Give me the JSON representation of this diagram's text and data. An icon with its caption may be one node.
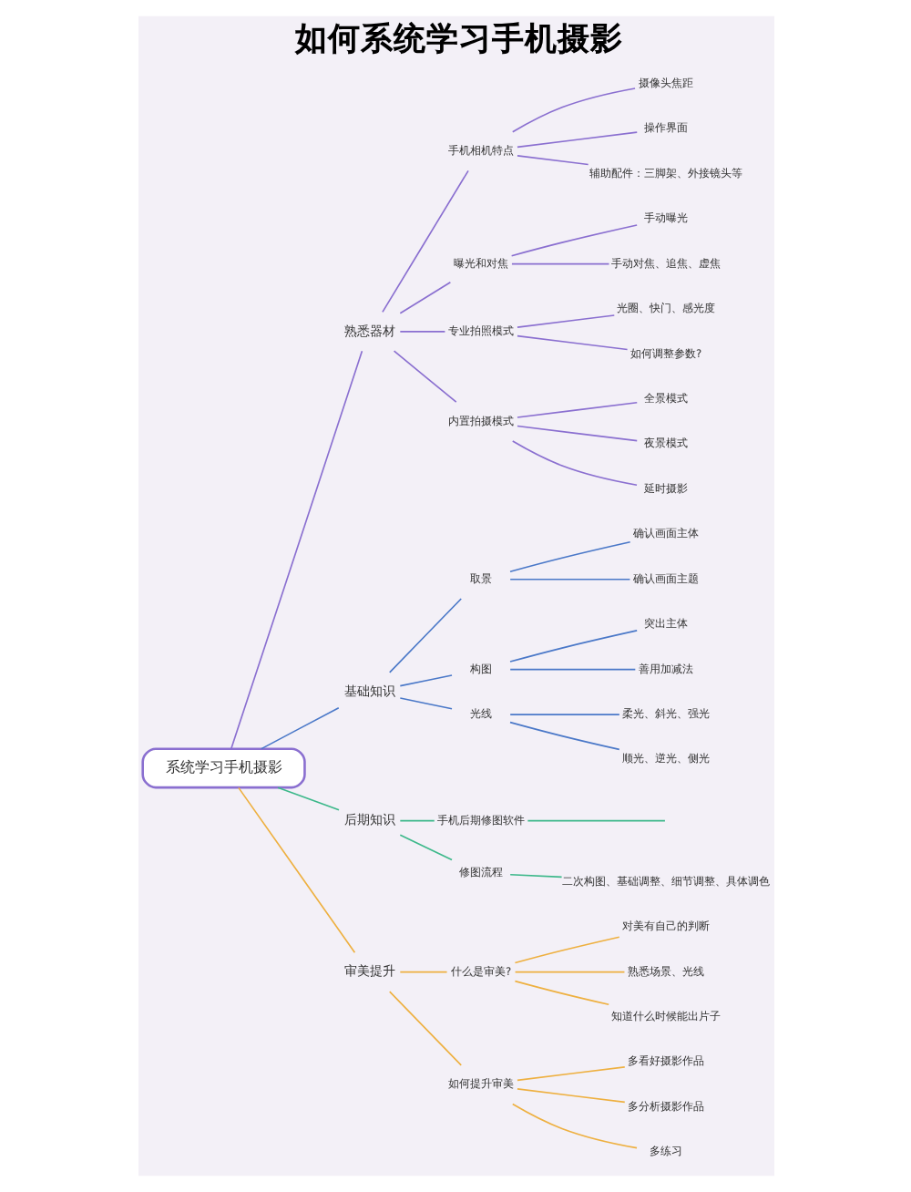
{
  "diagram": {
    "title": "如何系统学习手机摄影",
    "nodes": [
      {
        "text": [
          "系统学习手机摄影"
        ]
      },
      {
        "text": [
          "熟悉器材"
        ]
      },
      {
        "text": [
          "手机相机特点"
        ]
      },
      {
        "text": [
          "摄像头焦距"
        ]
      },
      {
        "text": [
          "操作界面"
        ]
      },
      {
        "text": [
          "辅助配件：三脚架、外接镜头等"
        ]
      },
      {
        "text": [
          "曝光和对焦"
        ]
      },
      {
        "text": [
          "手动曝光"
        ]
      },
      {
        "text": [
          "手动对焦、追焦、虚焦"
        ]
      },
      {
        "text": [
          "专业拍照模式"
        ]
      },
      {
        "text": [
          "光圈、快门、感光度"
        ]
      },
      {
        "text": [
          "如何调整参数?"
        ]
      },
      {
        "text": [
          "内置拍摄模式"
        ]
      },
      {
        "text": [
          "全景模式"
        ]
      },
      {
        "text": [
          "夜景模式"
        ]
      },
      {
        "text": [
          "延时摄影"
        ]
      },
      {
        "text": [
          "基础知识"
        ]
      },
      {
        "text": [
          "取景"
        ]
      },
      {
        "text": [
          "确认画面主体"
        ]
      },
      {
        "text": [
          "确认画面主题"
        ]
      },
      {
        "text": [
          "构图"
        ]
      },
      {
        "text": [
          "突出主体"
        ]
      },
      {
        "text": [
          "善用加减法"
        ]
      },
      {
        "text": [
          "光线"
        ]
      },
      {
        "text": [
          "柔光、斜光、强光"
        ]
      },
      {
        "text": [
          "顺光、逆光、侧光"
        ]
      },
      {
        "text": [
          "后期知识"
        ]
      },
      {
        "text": [
          "手机后期修图软件"
        ]
      },
      {
        "text": [
          "修图流程"
        ]
      },
      {
        "text": [
          "二次构图、基础调整、细节调整、具体调色"
        ]
      },
      {
        "text": [
          "审美提升"
        ]
      },
      {
        "text": [
          "什么是审美?"
        ]
      },
      {
        "text": [
          "对美有自己的判断"
        ]
      },
      {
        "text": [
          "熟悉场景、光线"
        ]
      },
      {
        "text": [
          "知道什么时候能出片子"
        ]
      },
      {
        "text": [
          "如何提升审美"
        ]
      },
      {
        "text": [
          "多看好摄影作品"
        ]
      },
      {
        "text": [
          "多分析摄影作品"
        ]
      },
      {
        "text": [
          "多练习"
        ]
      }
    ],
    "edges": [
      {
        "from": 0,
        "to": 1,
        "arrow": "none"
      },
      {
        "from": 1,
        "to": 2,
        "arrow": "none"
      },
      {
        "from": 2,
        "to": 3,
        "arrow": "none"
      },
      {
        "from": 2,
        "to": 4,
        "arrow": "none"
      },
      {
        "from": 2,
        "to": 5,
        "arrow": "none"
      },
      {
        "from": 1,
        "to": 6,
        "arrow": "none"
      },
      {
        "from": 6,
        "to": 7,
        "arrow": "none"
      },
      {
        "from": 6,
        "to": 8,
        "arrow": "none"
      },
      {
        "from": 1,
        "to": 9,
        "arrow": "none"
      },
      {
        "from": 9,
        "to": 10,
        "arrow": "none"
      },
      {
        "from": 9,
        "to": 11,
        "arrow": "none"
      },
      {
        "from": 1,
        "to": 12,
        "arrow": "none"
      },
      {
        "from": 12,
        "to": 13,
        "arrow": "none"
      },
      {
        "from": 12,
        "to": 14,
        "arrow": "none"
      },
      {
        "from": 12,
        "to": 15,
        "arrow": "none"
      },
      {
        "from": 0,
        "to": 16,
        "arrow": "none",
        "color": "#4a78c8"
      },
      {
        "from": 16,
        "to": 17,
        "arrow": "none",
        "color": "#4a78c8"
      },
      {
        "from": 17,
        "to": 18,
        "arrow": "none",
        "color": "#4a78c8"
      },
      {
        "from": 17,
        "to": 19,
        "arrow": "none",
        "color": "#4a78c8"
      },
      {
        "from": 16,
        "to": 20,
        "arrow": "none",
        "color": "#4a78c8"
      },
      {
        "from": 20,
        "to": 21,
        "arrow": "none",
        "color": "#4a78c8"
      },
      {
        "from": 20,
        "to": 22,
        "arrow": "none",
        "color": "#4a78c8"
      },
      {
        "from": 16,
        "to": 23,
        "arrow": "none",
        "color": "#4a78c8"
      },
      {
        "from": 23,
        "to": 24,
        "arrow": "none",
        "color": "#4a78c8"
      },
      {
        "from": 23,
        "to": 25,
        "arrow": "none",
        "color": "#4a78c8"
      },
      {
        "from": 0,
        "to": 26,
        "arrow": "none",
        "color": "#3cb88a"
      },
      {
        "from": 26,
        "to": 27,
        "arrow": "none",
        "color": "#3cb88a"
      },
      {
        "from": 27,
        "to": null,
        "arrow": "none",
        "color": "#3cb88a"
      },
      {
        "from": 26,
        "to": 28,
        "arrow": "none",
        "color": "#3cb88a"
      },
      {
        "from": 28,
        "to": 29,
        "arrow": "none",
        "color": "#3cb88a"
      },
      {
        "from": 0,
        "to": 30,
        "arrow": "none",
        "color": "#eeb040"
      },
      {
        "from": 30,
        "to": 31,
        "arrow": "none",
        "color": "#eeb040"
      },
      {
        "from": 31,
        "to": 32,
        "arrow": "none",
        "color": "#eeb040"
      },
      {
        "from": 31,
        "to": 33,
        "arrow": "none",
        "color": "#eeb040"
      },
      {
        "from": 31,
        "to": 34,
        "arrow": "none",
        "color": "#eeb040"
      },
      {
        "from": 30,
        "to": 35,
        "arrow": "none",
        "color": "#eeb040"
      },
      {
        "from": 35,
        "to": 36,
        "arrow": "none",
        "color": "#eeb040"
      },
      {
        "from": 35,
        "to": 37,
        "arrow": "none",
        "color": "#eeb040"
      },
      {
        "from": 35,
        "to": 38,
        "arrow": "none",
        "color": "#eeb040"
      }
    ]
  }
}
